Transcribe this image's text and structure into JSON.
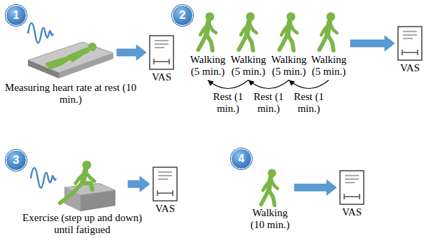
{
  "diagram": {
    "nodes": [
      {
        "text": [
          "1"
        ]
      },
      {
        "text": [
          "Measuring heart rate at rest (10 min.)"
        ]
      },
      {
        "text": [
          "VAS"
        ]
      },
      {
        "text": [
          "2"
        ]
      },
      {
        "text": [
          "Walking (5 min.)"
        ]
      },
      {
        "text": [
          "Walking (5 min.)"
        ]
      },
      {
        "text": [
          "Walking (5 min.)"
        ]
      },
      {
        "text": [
          "Walking (5 min.)"
        ]
      },
      {
        "text": [
          "VAS"
        ]
      },
      {
        "text": [
          "3"
        ]
      },
      {
        "text": [
          "Exercise (step up and down) until fatigued"
        ]
      },
      {
        "text": [
          "VAS"
        ]
      },
      {
        "text": [
          "4"
        ]
      },
      {
        "text": [
          "Walking (10 min.)"
        ]
      },
      {
        "text": [
          "VAS"
        ]
      }
    ],
    "edges": [
      {
        "from": 1,
        "to": 2,
        "arrow": "to"
      },
      {
        "from": 5,
        "to": 4,
        "label": "Rest (1 min.)",
        "arrow": "to"
      },
      {
        "from": 6,
        "to": 5,
        "label": "Rest (1 min.)",
        "arrow": "to"
      },
      {
        "from": 7,
        "to": 6,
        "label": "Rest (1 min.)",
        "arrow": "to"
      },
      {
        "from": 7,
        "to": 8,
        "arrow": "to"
      },
      {
        "from": 10,
        "to": 11,
        "arrow": "to"
      },
      {
        "from": 13,
        "to": 14,
        "arrow": "to"
      }
    ]
  }
}
